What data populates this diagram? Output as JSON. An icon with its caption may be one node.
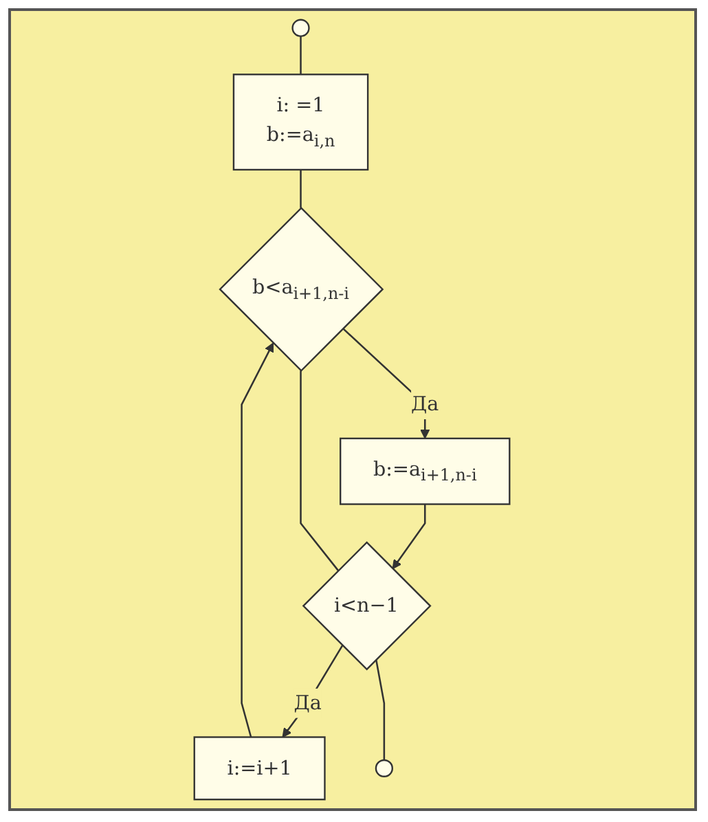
{
  "diagram": {
    "nodes": [
      {
        "text": [],
        "shape": "circle"
      },
      {
        "text": [
          "i: =1",
          "b:=a$_{i,n}$"
        ]
      },
      {
        "text": [
          "b<a$_{i+1,n-i}$"
        ]
      },
      {
        "text": [
          "b:=a$_{i+1,n-i}$"
        ]
      },
      {
        "text": [
          "i<n−1"
        ]
      },
      {
        "text": [
          "i:=i+1"
        ]
      },
      {
        "text": [],
        "shape": "circle"
      }
    ],
    "edges": [
      {
        "from": 0,
        "to": 1,
        "arrow": "none"
      },
      {
        "from": 1,
        "to": 2,
        "arrow": "none"
      },
      {
        "from": 2,
        "to": 3,
        "arrow": "to",
        "label": "Да"
      },
      {
        "from": 3,
        "to": 4,
        "arrow": "to"
      },
      {
        "from": 2,
        "to": 4,
        "arrow": "none"
      },
      {
        "from": 4,
        "to": 5,
        "arrow": "to",
        "label": "Да"
      },
      {
        "from": 4,
        "to": 6,
        "arrow": "none"
      },
      {
        "from": 5,
        "to": 2,
        "arrow": "to"
      }
    ]
  }
}
